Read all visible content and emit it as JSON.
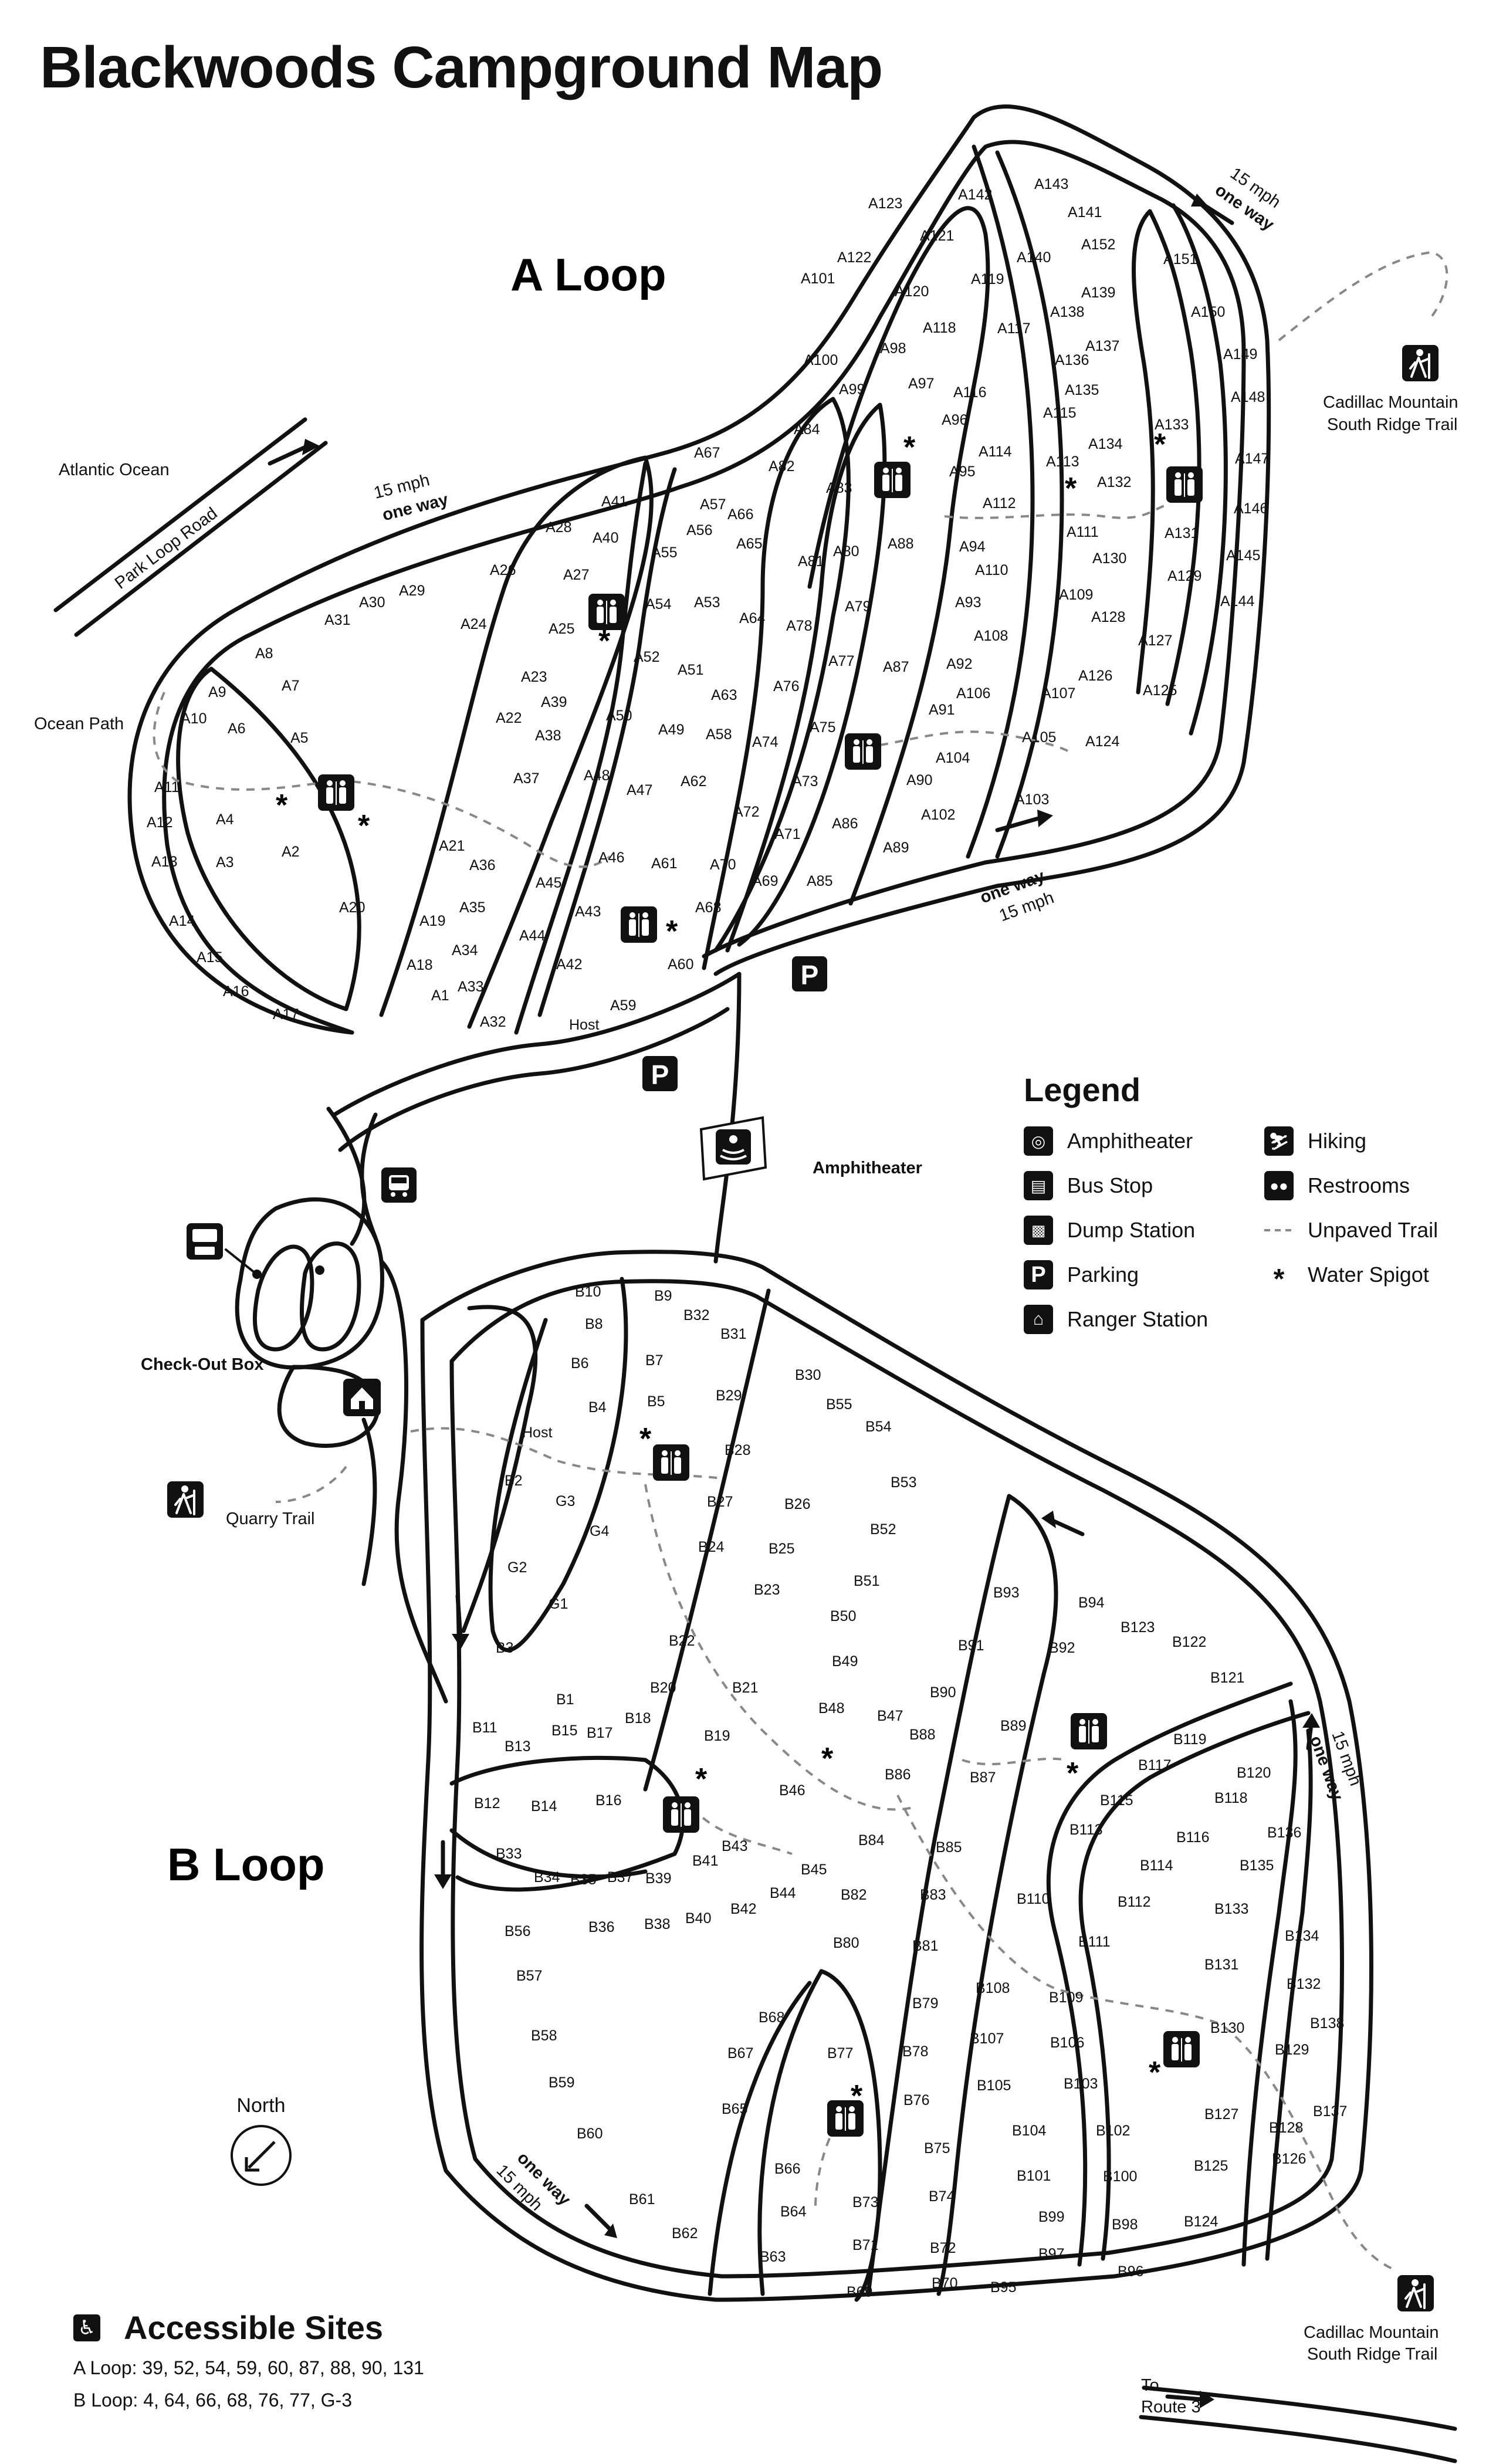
{
  "title": "Blackwoods Campground Map",
  "loops": {
    "a_label": "A Loop",
    "b_label": "B Loop"
  },
  "places": {
    "atlantic_ocean": "Atlantic Ocean",
    "park_loop_road": "Park Loop Road",
    "ocean_path": "Ocean Path",
    "cadillac_top_line1": "Cadillac Mountain",
    "cadillac_top_line2": "South Ridge Trail",
    "cadillac_bottom_line1": "Cadillac Mountain",
    "cadillac_bottom_line2": "South Ridge Trail",
    "amphitheater": "Amphitheater",
    "check_out_box": "Check-Out Box",
    "quarry_trail": "Quarry Trail",
    "to_route_line1": "To",
    "to_route_line2": "Route 3",
    "host_a": "Host",
    "host_b": "Host"
  },
  "speed_signs": {
    "speed": "15 mph",
    "direction": "one way"
  },
  "legend": {
    "title": "Legend",
    "items": [
      {
        "label": "Amphitheater",
        "icon": "amphitheater-icon"
      },
      {
        "label": "Bus Stop",
        "icon": "bus-icon"
      },
      {
        "label": "Dump Station",
        "icon": "dump-station-icon"
      },
      {
        "label": "Parking",
        "icon": "parking-icon"
      },
      {
        "label": "Ranger Station",
        "icon": "ranger-station-icon"
      },
      {
        "label": "Hiking",
        "icon": "hiking-icon"
      },
      {
        "label": "Restrooms",
        "icon": "restrooms-icon"
      },
      {
        "label": "Unpaved Trail",
        "icon": "dashed-line-icon"
      },
      {
        "label": "Water Spigot",
        "icon": "asterisk-icon"
      }
    ],
    "parking_glyph": "P"
  },
  "north": {
    "label": "North"
  },
  "accessible": {
    "title": "Accessible Sites",
    "a_line": "A Loop: 39, 52, 54, 59, 60, 87, 88, 90, 131",
    "b_line": "B Loop: 4, 64, 66, 68, 76, 77, G-3"
  },
  "sites_a": [
    "A1",
    "A2",
    "A3",
    "A4",
    "A5",
    "A6",
    "A7",
    "A8",
    "A9",
    "A10",
    "A11",
    "A12",
    "A13",
    "A14",
    "A15",
    "A16",
    "A17",
    "A18",
    "A19",
    "A20",
    "A21",
    "A22",
    "A23",
    "A24",
    "A25",
    "A26",
    "A27",
    "A28",
    "A29",
    "A30",
    "A31",
    "A32",
    "A33",
    "A34",
    "A35",
    "A36",
    "A37",
    "A38",
    "A39",
    "A40",
    "A41",
    "A42",
    "A43",
    "A44",
    "A45",
    "A46",
    "A47",
    "A48",
    "A49",
    "A50",
    "A51",
    "A52",
    "A53",
    "A54",
    "A55",
    "A56",
    "A57",
    "A58",
    "A59",
    "A60",
    "A61",
    "A62",
    "A63",
    "A64",
    "A65",
    "A66",
    "A67",
    "A68",
    "A69",
    "A70",
    "A71",
    "A72",
    "A73",
    "A74",
    "A75",
    "A76",
    "A77",
    "A78",
    "A79",
    "A80",
    "A81",
    "A82",
    "A83",
    "A84",
    "A85",
    "A86",
    "A87",
    "A88",
    "A89",
    "A90",
    "A91",
    "A92",
    "A93",
    "A94",
    "A95",
    "A96",
    "A97",
    "A98",
    "A99",
    "A100",
    "A101",
    "A102",
    "A103",
    "A104",
    "A105",
    "A106",
    "A107",
    "A108",
    "A109",
    "A110",
    "A111",
    "A112",
    "A113",
    "A114",
    "A115",
    "A116",
    "A117",
    "A118",
    "A119",
    "A120",
    "A121",
    "A122",
    "A123",
    "A124",
    "A125",
    "A126",
    "A127",
    "A128",
    "A129",
    "A130",
    "A131",
    "A132",
    "A133",
    "A134",
    "A135",
    "A136",
    "A137",
    "A138",
    "A139",
    "A140",
    "A141",
    "A142",
    "A143",
    "A144",
    "A145",
    "A146",
    "A147",
    "A148",
    "A149",
    "A150",
    "A151",
    "A152"
  ],
  "sites_b": [
    "B1",
    "B2",
    "B3",
    "B4",
    "B5",
    "B6",
    "B7",
    "B8",
    "B9",
    "B10",
    "B11",
    "B12",
    "B13",
    "B14",
    "B15",
    "B16",
    "B17",
    "B18",
    "B19",
    "B20",
    "B21",
    "B22",
    "B23",
    "B24",
    "B25",
    "B26",
    "B27",
    "B28",
    "B29",
    "B30",
    "B31",
    "B32",
    "B33",
    "B34",
    "B35",
    "B36",
    "B37",
    "B38",
    "B39",
    "B40",
    "B41",
    "B42",
    "B43",
    "B44",
    "B45",
    "B46",
    "B47",
    "B48",
    "B49",
    "B50",
    "B51",
    "B52",
    "B53",
    "B54",
    "B55",
    "B56",
    "B57",
    "B58",
    "B59",
    "B60",
    "B61",
    "B62",
    "B63",
    "B64",
    "B65",
    "B66",
    "B67",
    "B68",
    "B69",
    "B70",
    "B71",
    "B72",
    "B73",
    "B74",
    "B75",
    "B76",
    "B77",
    "B78",
    "B79",
    "B80",
    "B81",
    "B82",
    "B83",
    "B84",
    "B85",
    "B86",
    "B87",
    "B88",
    "B89",
    "B90",
    "B91",
    "B92",
    "B93",
    "B94",
    "B95",
    "B96",
    "B97",
    "B98",
    "B99",
    "B100",
    "B101",
    "B102",
    "B103",
    "B104",
    "B105",
    "B106",
    "B107",
    "B108",
    "B109",
    "B110",
    "B111",
    "B112",
    "B113",
    "B114",
    "B115",
    "B116",
    "B117",
    "B118",
    "B119",
    "B120",
    "B121",
    "B122",
    "B123",
    "B124",
    "B125",
    "B126",
    "B127",
    "B128",
    "B129",
    "B130",
    "B131",
    "B132",
    "B133",
    "B134",
    "B135",
    "B136",
    "B137",
    "B138",
    "G1",
    "G2",
    "G3",
    "G4"
  ]
}
